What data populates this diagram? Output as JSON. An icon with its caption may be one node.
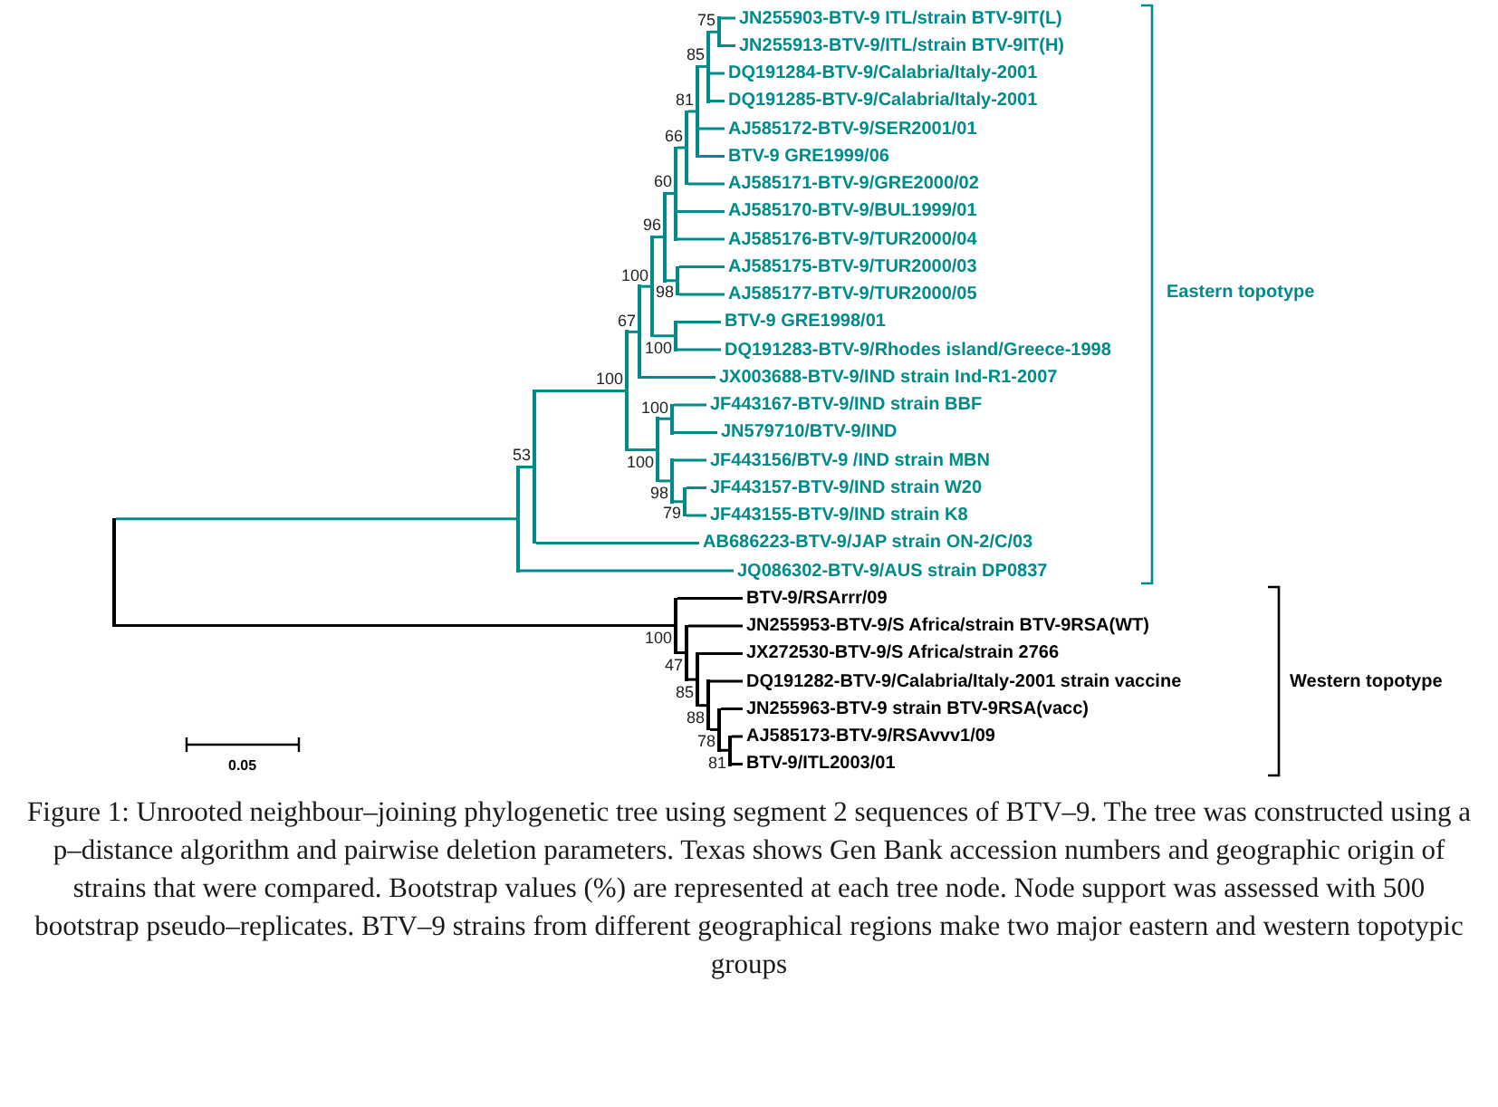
{
  "diagram": {
    "caption": "Figure 1: Unrooted neighbour–joining phylogenetic tree using segment 2 sequences of BTV–9. The tree was constructed using a p–distance algorithm and pairwise deletion parameters. Texas shows Gen Bank accession numbers and geographic origin of strains that were compared. Bootstrap values (%) are represented at each tree node. Node support was assessed with 500 bootstrap pseudo–replicates. BTV–9 strains from different geographical regions make two major eastern and western topotypic groups",
    "nodes": [
      {
        "text": [
          "JN255903-BTV-9 ITL/strain BTV-9IT(L)"
        ]
      },
      {
        "text": [
          "JN255913-BTV-9/ITL/strain BTV-9IT(H)"
        ]
      },
      {
        "text": [
          "DQ191284-BTV-9/Calabria/Italy-2001"
        ]
      },
      {
        "text": [
          "DQ191285-BTV-9/Calabria/Italy-2001"
        ]
      },
      {
        "text": [
          "AJ585172-BTV-9/SER2001/01"
        ]
      },
      {
        "text": [
          "BTV-9 GRE1999/06"
        ]
      },
      {
        "text": [
          "AJ585171-BTV-9/GRE2000/02"
        ]
      },
      {
        "text": [
          "AJ585170-BTV-9/BUL1999/01"
        ]
      },
      {
        "text": [
          "AJ585176-BTV-9/TUR2000/04"
        ]
      },
      {
        "text": [
          "AJ585175-BTV-9/TUR2000/03"
        ]
      },
      {
        "text": [
          "AJ585177-BTV-9/TUR2000/05"
        ]
      },
      {
        "text": [
          "BTV-9 GRE1998/01"
        ]
      },
      {
        "text": [
          "DQ191283-BTV-9/Rhodes island/Greece-1998"
        ]
      },
      {
        "text": [
          "JX003688-BTV-9/IND strain Ind-R1-2007"
        ]
      },
      {
        "text": [
          "JF443167-BTV-9/IND strain BBF"
        ]
      },
      {
        "text": [
          "JN579710/BTV-9/IND"
        ]
      },
      {
        "text": [
          "JF443156/BTV-9 /IND strain MBN"
        ]
      },
      {
        "text": [
          "JF443157-BTV-9/IND strain W20"
        ]
      },
      {
        "text": [
          "JF443155-BTV-9/IND strain K8"
        ]
      },
      {
        "text": [
          "AB686223-BTV-9/JAP strain ON-2/C/03"
        ]
      },
      {
        "text": [
          "JQ086302-BTV-9/AUS strain DP0837"
        ]
      },
      {
        "text": [
          "BTV-9/RSArrr/09"
        ]
      },
      {
        "text": [
          "JN255953-BTV-9/S Africa/strain BTV-9RSA(WT)"
        ]
      },
      {
        "text": [
          "JX272530-BTV-9/S Africa/strain 2766"
        ]
      },
      {
        "text": [
          "DQ191282-BTV-9/Calabria/Italy-2001 strain vaccine"
        ]
      },
      {
        "text": [
          "JN255963-BTV-9 strain BTV-9RSA(vacc)"
        ]
      },
      {
        "text": [
          "AJ585173-BTV-9/RSAvvv1/09"
        ]
      },
      {
        "text": [
          "BTV-9/ITL2003/01"
        ]
      },
      {
        "text": [],
        "shape": "bar"
      },
      {
        "text": [],
        "shape": "bar"
      },
      {
        "text": [],
        "shape": "bar",
        "beside": [
          "53"
        ]
      },
      {
        "text": [],
        "shape": "bar",
        "beside": [
          "100"
        ]
      },
      {
        "text": [],
        "shape": "bar",
        "beside": [
          "67"
        ]
      },
      {
        "text": [],
        "shape": "bar",
        "beside": [
          "100"
        ]
      },
      {
        "text": [],
        "shape": "bar",
        "beside": [
          "100"
        ]
      },
      {
        "text": [],
        "shape": "bar",
        "beside": [
          "96"
        ]
      },
      {
        "text": [],
        "shape": "bar",
        "beside": [
          "100"
        ]
      },
      {
        "text": [],
        "shape": "bar",
        "beside": [
          "98"
        ]
      },
      {
        "text": [],
        "shape": "bar",
        "beside": [
          "60"
        ]
      },
      {
        "text": [],
        "shape": "bar",
        "beside": [
          "100"
        ]
      },
      {
        "text": [],
        "shape": "bar",
        "beside": [
          "100"
        ]
      },
      {
        "text": [],
        "shape": "bar",
        "beside": [
          "98"
        ]
      },
      {
        "text": [],
        "shape": "bar",
        "beside": [
          "79"
        ]
      },
      {
        "text": [],
        "shape": "bar",
        "beside": [
          "66"
        ]
      },
      {
        "text": [],
        "shape": "bar",
        "beside": [
          "47"
        ]
      },
      {
        "text": [],
        "shape": "bar",
        "beside": [
          "81"
        ]
      },
      {
        "text": [],
        "shape": "bar",
        "beside": [
          "85"
        ]
      },
      {
        "text": [],
        "shape": "bar",
        "beside": [
          "85"
        ]
      },
      {
        "text": [],
        "shape": "bar",
        "beside": [
          "88"
        ]
      },
      {
        "text": [],
        "shape": "bar",
        "beside": [
          "75"
        ]
      },
      {
        "text": [],
        "shape": "bar",
        "beside": [
          "78"
        ]
      },
      {
        "text": [],
        "shape": "bar",
        "beside": [
          "81"
        ]
      }
    ],
    "edges": [
      {
        "from": 28,
        "to": 29,
        "arrow": "none"
      },
      {
        "from": 28,
        "to": 40,
        "arrow": "none",
        "color": "#000000"
      },
      {
        "from": 29,
        "to": 30,
        "arrow": "none"
      },
      {
        "from": 29,
        "to": 20,
        "arrow": "none"
      },
      {
        "from": 30,
        "to": 31,
        "arrow": "none"
      },
      {
        "from": 30,
        "to": 19,
        "arrow": "none"
      },
      {
        "from": 31,
        "to": 32,
        "arrow": "none"
      },
      {
        "from": 31,
        "to": 34,
        "arrow": "none"
      },
      {
        "from": 32,
        "to": 33,
        "arrow": "none"
      },
      {
        "from": 32,
        "to": 13,
        "arrow": "none"
      },
      {
        "from": 33,
        "to": 35,
        "arrow": "none"
      },
      {
        "from": 33,
        "to": 39,
        "arrow": "none"
      },
      {
        "from": 34,
        "to": 36,
        "arrow": "none"
      },
      {
        "from": 34,
        "to": 37,
        "arrow": "none"
      },
      {
        "from": 35,
        "to": 38,
        "arrow": "none"
      },
      {
        "from": 35,
        "to": 41,
        "arrow": "none"
      },
      {
        "from": 36,
        "to": 14,
        "arrow": "none"
      },
      {
        "from": 36,
        "to": 15,
        "arrow": "none"
      },
      {
        "from": 37,
        "to": 16,
        "arrow": "none"
      },
      {
        "from": 37,
        "to": 42,
        "arrow": "none"
      },
      {
        "from": 38,
        "to": 43,
        "arrow": "none"
      },
      {
        "from": 38,
        "to": 7,
        "arrow": "none"
      },
      {
        "from": 38,
        "to": 8,
        "arrow": "none"
      },
      {
        "from": 39,
        "to": 11,
        "arrow": "none"
      },
      {
        "from": 39,
        "to": 12,
        "arrow": "none"
      },
      {
        "from": 40,
        "to": 21,
        "arrow": "none",
        "color": "#000000"
      },
      {
        "from": 40,
        "to": 44,
        "arrow": "none",
        "color": "#000000"
      },
      {
        "from": 41,
        "to": 9,
        "arrow": "none"
      },
      {
        "from": 41,
        "to": 10,
        "arrow": "none"
      },
      {
        "from": 42,
        "to": 17,
        "arrow": "none"
      },
      {
        "from": 42,
        "to": 18,
        "arrow": "none"
      },
      {
        "from": 43,
        "to": 45,
        "arrow": "none"
      },
      {
        "from": 43,
        "to": 6,
        "arrow": "none"
      },
      {
        "from": 44,
        "to": 22,
        "arrow": "none",
        "color": "#000000"
      },
      {
        "from": 44,
        "to": 46,
        "arrow": "none",
        "color": "#000000"
      },
      {
        "from": 45,
        "to": 47,
        "arrow": "none"
      },
      {
        "from": 45,
        "to": 4,
        "arrow": "none"
      },
      {
        "from": 45,
        "to": 5,
        "arrow": "none"
      },
      {
        "from": 46,
        "to": 23,
        "arrow": "none",
        "color": "#000000"
      },
      {
        "from": 46,
        "to": 48,
        "arrow": "none",
        "color": "#000000"
      },
      {
        "from": 47,
        "to": 49,
        "arrow": "none"
      },
      {
        "from": 47,
        "to": 2,
        "arrow": "none"
      },
      {
        "from": 47,
        "to": 3,
        "arrow": "none"
      },
      {
        "from": 48,
        "to": 24,
        "arrow": "none",
        "color": "#000000"
      },
      {
        "from": 48,
        "to": 50,
        "arrow": "none",
        "color": "#000000"
      },
      {
        "from": 49,
        "to": 0,
        "arrow": "none"
      },
      {
        "from": 49,
        "to": 1,
        "arrow": "none"
      },
      {
        "from": 50,
        "to": 25,
        "arrow": "none",
        "color": "#000000"
      },
      {
        "from": 50,
        "to": 51,
        "arrow": "none",
        "color": "#000000"
      },
      {
        "from": 51,
        "to": 26,
        "arrow": "none",
        "color": "#000000"
      },
      {
        "from": 51,
        "to": 27,
        "arrow": "none",
        "color": "#000000"
      }
    ],
    "labels": [
      "Eastern topotype",
      "Western topotype",
      "0.05"
    ]
  }
}
